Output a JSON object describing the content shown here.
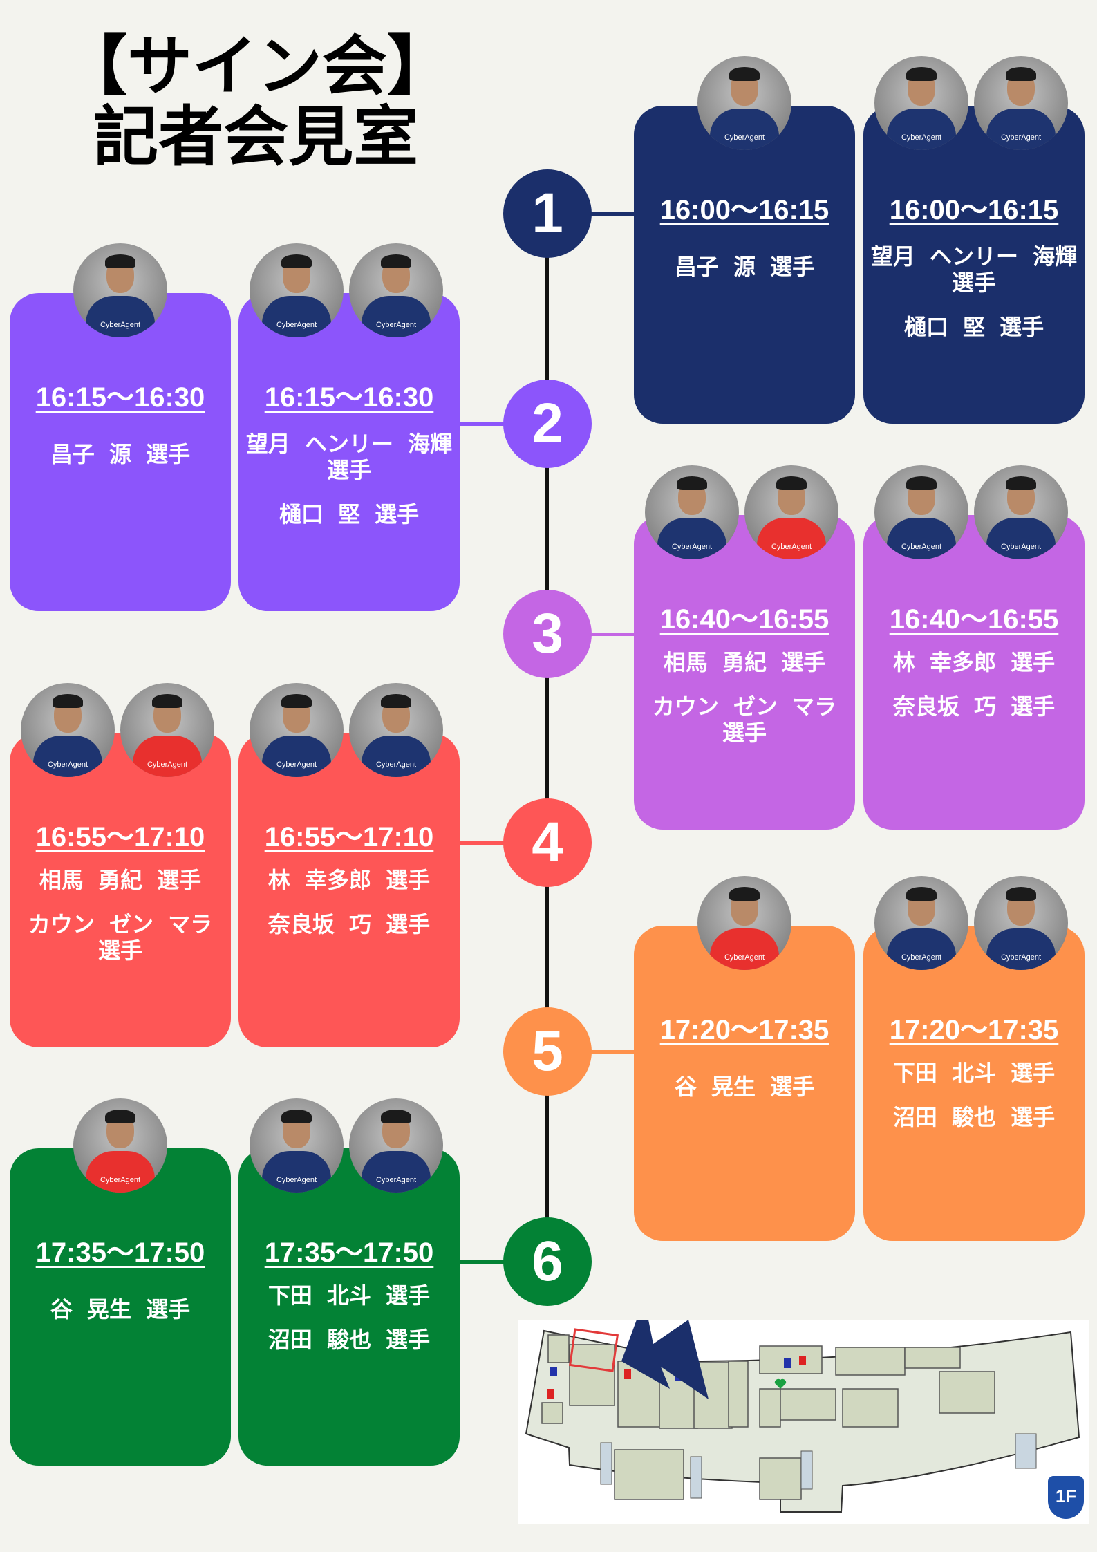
{
  "title": {
    "line1": "【サイン会】",
    "line2": "記者会見室"
  },
  "colors": {
    "1": "#1b2f6b",
    "2": "#8c55fb",
    "3": "#c466e4",
    "4": "#fe5656",
    "5": "#fe914b",
    "6": "#038235",
    "navy_shirt": "#1e3470",
    "red_shirt": "#e8302e"
  },
  "shirt_logo": "CyberAgent",
  "sessions": [
    {
      "number": "1",
      "cards": [
        {
          "time": "16:00〜16:15",
          "names": [
            "昌子 源 選手"
          ],
          "photos": [
            "navy"
          ]
        },
        {
          "time": "16:00〜16:15",
          "names": [
            "望月 ヘンリー 海輝 選手",
            "樋口 堅 選手"
          ],
          "photos": [
            "navy",
            "navy"
          ]
        }
      ]
    },
    {
      "number": "2",
      "cards": [
        {
          "time": "16:15〜16:30",
          "names": [
            "昌子 源 選手"
          ],
          "photos": [
            "navy"
          ]
        },
        {
          "time": "16:15〜16:30",
          "names": [
            "望月 ヘンリー 海輝 選手",
            "樋口 堅 選手"
          ],
          "photos": [
            "navy",
            "navy"
          ]
        }
      ]
    },
    {
      "number": "3",
      "cards": [
        {
          "time": "16:40〜16:55",
          "names": [
            "相馬 勇紀 選手",
            "カウン ゼン マラ 選手"
          ],
          "photos": [
            "navy",
            "red"
          ]
        },
        {
          "time": "16:40〜16:55",
          "names": [
            "林 幸多郎 選手",
            "奈良坂 巧 選手"
          ],
          "photos": [
            "navy",
            "navy"
          ]
        }
      ]
    },
    {
      "number": "4",
      "cards": [
        {
          "time": "16:55〜17:10",
          "names": [
            "相馬 勇紀 選手",
            "カウン ゼン マラ 選手"
          ],
          "photos": [
            "navy",
            "red"
          ]
        },
        {
          "time": "16:55〜17:10",
          "names": [
            "林 幸多郎 選手",
            "奈良坂 巧 選手"
          ],
          "photos": [
            "navy",
            "navy"
          ]
        }
      ]
    },
    {
      "number": "5",
      "cards": [
        {
          "time": "17:20〜17:35",
          "names": [
            "谷 晃生 選手"
          ],
          "photos": [
            "red"
          ]
        },
        {
          "time": "17:20〜17:35",
          "names": [
            "下田 北斗 選手",
            "沼田 駿也 選手"
          ],
          "photos": [
            "navy",
            "navy"
          ]
        }
      ]
    },
    {
      "number": "6",
      "cards": [
        {
          "time": "17:35〜17:50",
          "names": [
            "谷 晃生 選手"
          ],
          "photos": [
            "red"
          ]
        },
        {
          "time": "17:35〜17:50",
          "names": [
            "下田 北斗 選手",
            "沼田 駿也 選手"
          ],
          "photos": [
            "navy",
            "navy"
          ]
        }
      ]
    }
  ],
  "map": {
    "floor_badge": "1F"
  }
}
